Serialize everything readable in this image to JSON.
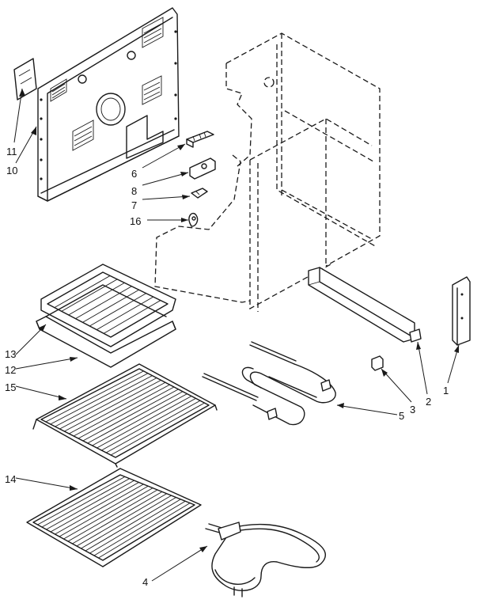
{
  "callouts": {
    "c1": "1",
    "c2": "2",
    "c3": "3",
    "c4": "4",
    "c5": "5",
    "c6": "6",
    "c7": "7",
    "c8": "8",
    "c10": "10",
    "c11": "11",
    "c12": "12",
    "c13": "13",
    "c14": "14",
    "c15": "15",
    "c16": "16"
  }
}
